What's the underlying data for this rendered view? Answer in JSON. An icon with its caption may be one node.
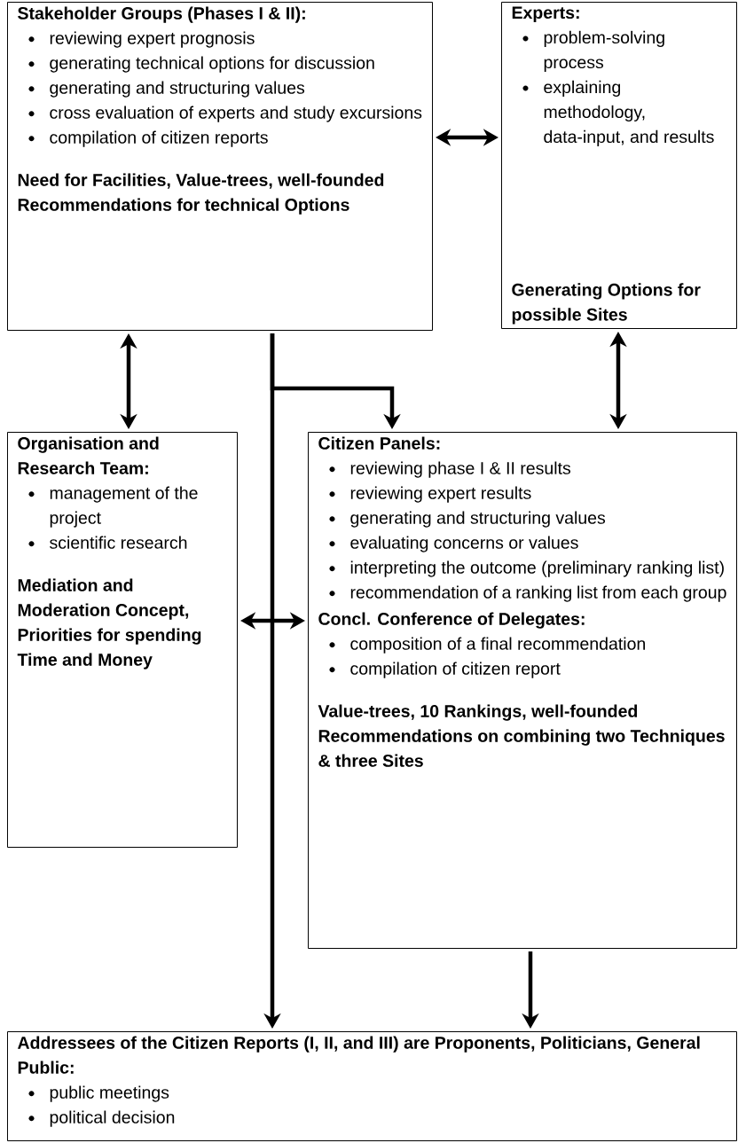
{
  "diagram": {
    "nodes": [
      {
        "text": [
          "Stakeholder Groups (Phases I & II):",
          "reviewing expert prognosis",
          "generating technical options for discussion",
          "generating and structuring values",
          "cross evaluation of experts and study excursions",
          "compilation of citizen reports",
          "Need for Facilities, Value-trees, well-founded Recommendations for technical Options"
        ]
      },
      {
        "text": [
          "Experts:",
          "problem-solving process",
          "explaining methodology, data-input, and results",
          "Generating Options for possible Sites"
        ]
      },
      {
        "text": [
          "Organisation and Research Team:",
          "management of the project",
          "scientific research",
          "Mediation and Moderation Concept, Priorities for spending Time and Money"
        ]
      },
      {
        "text": [
          "Citizen Panels:",
          "reviewing phase I & II results",
          "reviewing expert results",
          "generating and structuring values",
          "evaluating concerns or values",
          "interpreting the outcome (preliminary ranking list)",
          "recommendation of a ranking list from each group",
          "Concl. Conference of Delegates:",
          "composition of a final recommendation",
          "compilation of citizen report",
          "Value-trees, 10 Rankings, well-founded Recommendations on combining two Techniques & three Sites"
        ]
      },
      {
        "text": [
          "Addressees of the Citizen Reports (I, II, and III) are Proponents, Politicians, General Public:",
          "public meetings",
          "political decision"
        ]
      }
    ],
    "edges": [
      {
        "from": 0,
        "to": 1,
        "arrow": "both"
      },
      {
        "from": 0,
        "to": 2,
        "arrow": "both"
      },
      {
        "from": 1,
        "to": 3,
        "arrow": "both"
      },
      {
        "from": 0,
        "to": 3,
        "arrow": "to"
      },
      {
        "from": 0,
        "to": 4,
        "arrow": "to"
      },
      {
        "from": 2,
        "to": 3,
        "arrow": "both"
      },
      {
        "from": 3,
        "to": 4,
        "arrow": "to"
      }
    ]
  }
}
